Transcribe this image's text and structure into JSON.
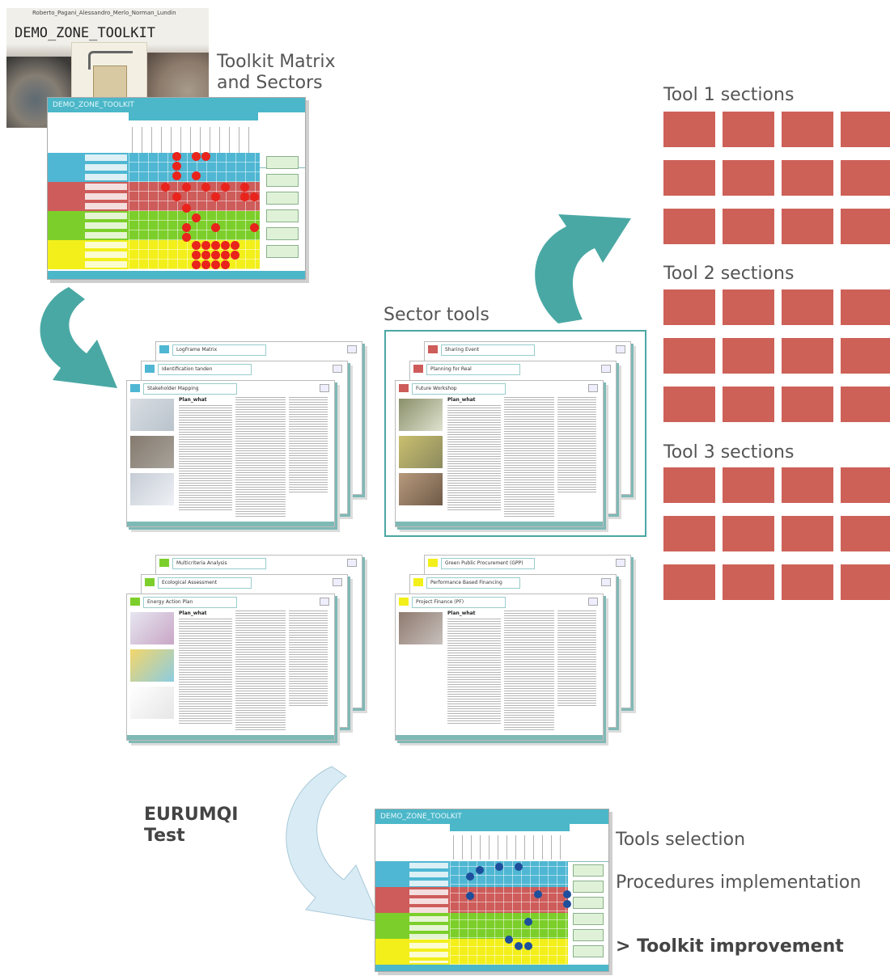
{
  "header": {
    "authors": "Roberto_Pagani_Alessandro_Merlo_Norman_Lundin",
    "toolkit_name": "DEMO_ZONE_TOOLKIT"
  },
  "labels": {
    "matrix_title_line1": "Toolkit Matrix",
    "matrix_title_line2": "and Sectors",
    "sector_tools": "Sector tools",
    "tool1": "Tool 1 sections",
    "tool2": "Tool 2 sections",
    "tool3": "Tool 3 sections",
    "test_line1": "EURUMQI",
    "test_line2": "Test",
    "tools_selection": "Tools selection",
    "procedures": "Procedures implementation",
    "improvement": "> Toolkit improvement"
  },
  "matrix": {
    "title": "DEMO_ZONE_TOOLKIT",
    "band_colors": [
      "#4fb7d3",
      "#cd5c5a",
      "#7ccf2a",
      "#f3ef1a"
    ],
    "dot_color_top": "#e8241c",
    "dot_color_bottom": "#1d4f9c"
  },
  "sheet_groups": {
    "group1": {
      "back_tab_1": "LogFrame Matrix",
      "back_tab_2": "Identification tanden",
      "front_tab": "Stakeholder Mapping",
      "chip_color": "#4fb7d3",
      "front_title": "Plan_what"
    },
    "group2": {
      "back_tab_1": "Sharing Event",
      "back_tab_2": "Planning for Real",
      "front_tab": "Future Workshop",
      "chip_color": "#cd5c5a",
      "front_title": "Plan_what"
    },
    "group3": {
      "back_tab_1": "Multicriteria Analysis",
      "back_tab_2": "Ecological Assessment",
      "front_tab": "Energy Action Plan",
      "chip_color": "#7ccf2a",
      "front_title": "Plan_what"
    },
    "group4": {
      "back_tab_1": "Green Public Procurement (GPP)",
      "back_tab_2": "Performance Based Financing",
      "front_tab": "Project Finance (PF)",
      "chip_color": "#f3ef1a",
      "front_title": "Plan_what"
    }
  },
  "colors": {
    "accent_teal": "#4aa8a4",
    "tile_red": "#cd6158",
    "light_arrow": "#d9ecf5"
  }
}
